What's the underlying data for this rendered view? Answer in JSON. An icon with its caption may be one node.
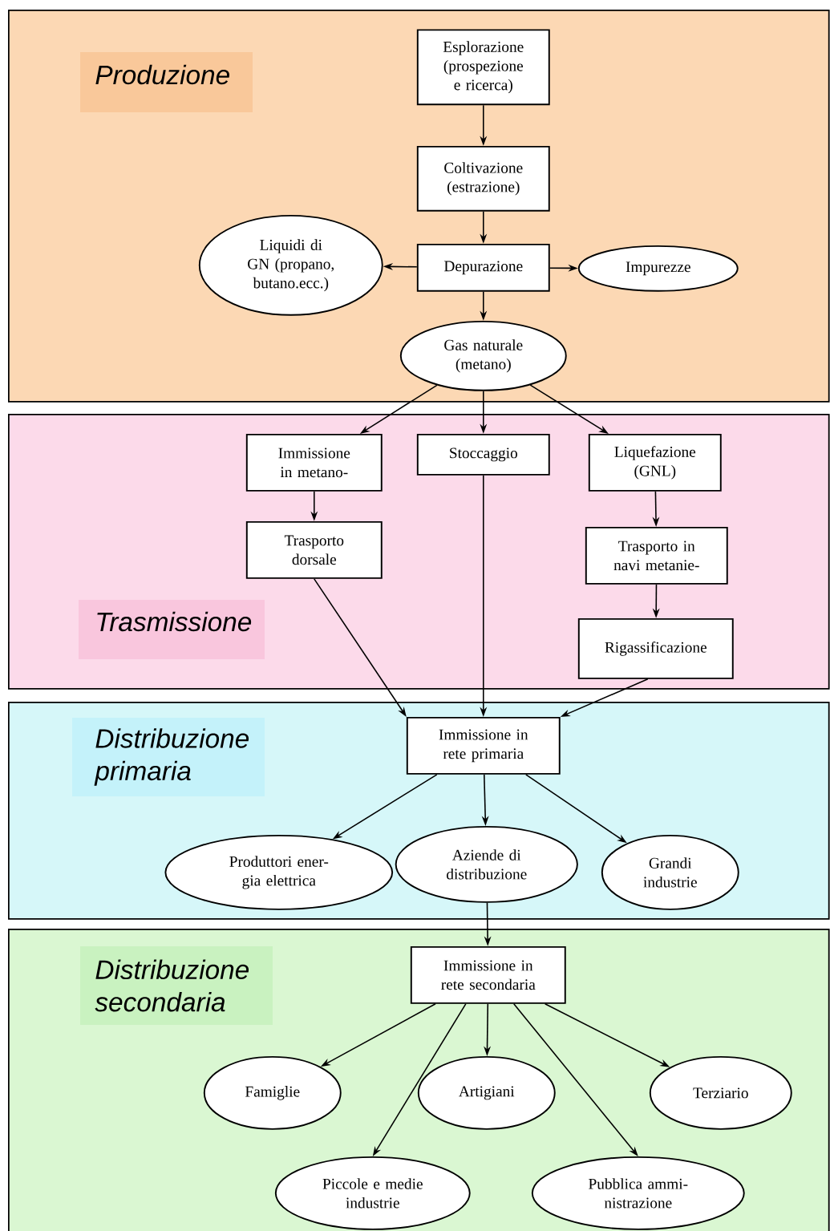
{
  "diagram": {
    "nodes": [
      {
        "text": [
          "Produzione"
        ]
      },
      {
        "text": [
          "Esplorazione (prospezione e ricerca)"
        ],
        "in": 0
      },
      {
        "text": [
          "Coltivazione (estrazione)"
        ],
        "in": 0
      },
      {
        "text": [
          "Liquidi di GN (propano, butano.ecc.)"
        ],
        "in": 0
      },
      {
        "text": [
          "Depurazione"
        ],
        "in": 0
      },
      {
        "text": [
          "Impurezze"
        ],
        "in": 0
      },
      {
        "text": [
          "Gas naturale (metano)"
        ],
        "in": 0
      },
      {
        "text": [
          "Trasmissione"
        ]
      },
      {
        "text": [
          "Immissione in metano-"
        ],
        "in": 7
      },
      {
        "text": [
          "Stoccaggio"
        ],
        "in": 7
      },
      {
        "text": [
          "Liquefazione (GNL)"
        ],
        "in": 7
      },
      {
        "text": [
          "Trasporto dorsale"
        ],
        "in": 7
      },
      {
        "text": [
          "Trasporto in navi metanie-"
        ],
        "in": 7
      },
      {
        "text": [
          "Rigassificazione"
        ],
        "in": 7
      },
      {
        "text": [
          "Distribuzione primaria"
        ]
      },
      {
        "text": [
          "Immissione in rete primaria"
        ],
        "in": 14
      },
      {
        "text": [
          "Produttori ener- gia elettrica"
        ],
        "in": 14
      },
      {
        "text": [
          "Aziende di distribuzione"
        ],
        "in": 14
      },
      {
        "text": [
          "Grandi industrie"
        ],
        "in": 14
      },
      {
        "text": [
          "Distribuzione secondaria"
        ]
      },
      {
        "text": [
          "Immissione in rete secondaria"
        ],
        "in": 19
      },
      {
        "text": [
          "Famiglie"
        ],
        "in": 19
      },
      {
        "text": [
          "Artigiani"
        ],
        "in": 19
      },
      {
        "text": [
          "Terziario"
        ],
        "in": 19
      },
      {
        "text": [
          "Piccole e medie industrie"
        ],
        "in": 19
      },
      {
        "text": [
          "Pubblica ammi- nistrazione"
        ],
        "in": 19
      }
    ],
    "edges": [
      {
        "from": 1,
        "to": 2,
        "arrow": "to"
      },
      {
        "from": 2,
        "to": 4,
        "arrow": "to"
      },
      {
        "from": 4,
        "to": 3,
        "arrow": "to"
      },
      {
        "from": 4,
        "to": 5,
        "arrow": "to"
      },
      {
        "from": 4,
        "to": 6,
        "arrow": "to"
      },
      {
        "from": 6,
        "to": 8,
        "arrow": "to"
      },
      {
        "from": 6,
        "to": 9,
        "arrow": "to"
      },
      {
        "from": 6,
        "to": 10,
        "arrow": "to"
      },
      {
        "from": 8,
        "to": 11,
        "arrow": "to"
      },
      {
        "from": 10,
        "to": 12,
        "arrow": "to"
      },
      {
        "from": 12,
        "to": 13,
        "arrow": "to"
      },
      {
        "from": 11,
        "to": 15,
        "arrow": "to"
      },
      {
        "from": 9,
        "to": 15,
        "arrow": "to"
      },
      {
        "from": 13,
        "to": 15,
        "arrow": "to"
      },
      {
        "from": 15,
        "to": 16,
        "arrow": "to"
      },
      {
        "from": 15,
        "to": 17,
        "arrow": "to"
      },
      {
        "from": 15,
        "to": 18,
        "arrow": "to"
      },
      {
        "from": 17,
        "to": 20,
        "arrow": "to"
      },
      {
        "from": 20,
        "to": 21,
        "arrow": "to"
      },
      {
        "from": 20,
        "to": 24,
        "arrow": "to"
      },
      {
        "from": 20,
        "to": 22,
        "arrow": "to"
      },
      {
        "from": 20,
        "to": 25,
        "arrow": "to"
      },
      {
        "from": 20,
        "to": 23,
        "arrow": "to"
      }
    ]
  }
}
